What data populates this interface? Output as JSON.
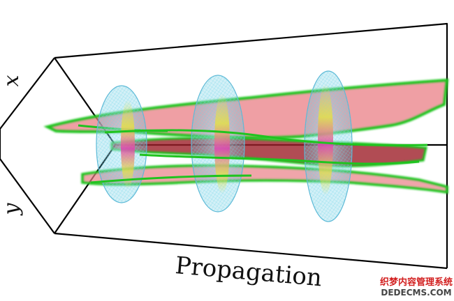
{
  "diagram": {
    "axis_x_label": "x",
    "axis_y_label": "y",
    "propagation_label": "Propagation",
    "beam_count": 3,
    "colors": {
      "outline": "#000000",
      "filament_edge": "#1fc41f",
      "filament_fill": "#e97f86",
      "filament_dark": "#9e1f29",
      "disk_mesh": "#6fd6e6",
      "disk_rim": "#5cb8d6",
      "mode_magenta": "#e040b0",
      "mode_yellow": "#e7e23a"
    }
  },
  "watermark": {
    "line1": "织梦内容管理系统",
    "line2": "DEDECMS.COM"
  }
}
